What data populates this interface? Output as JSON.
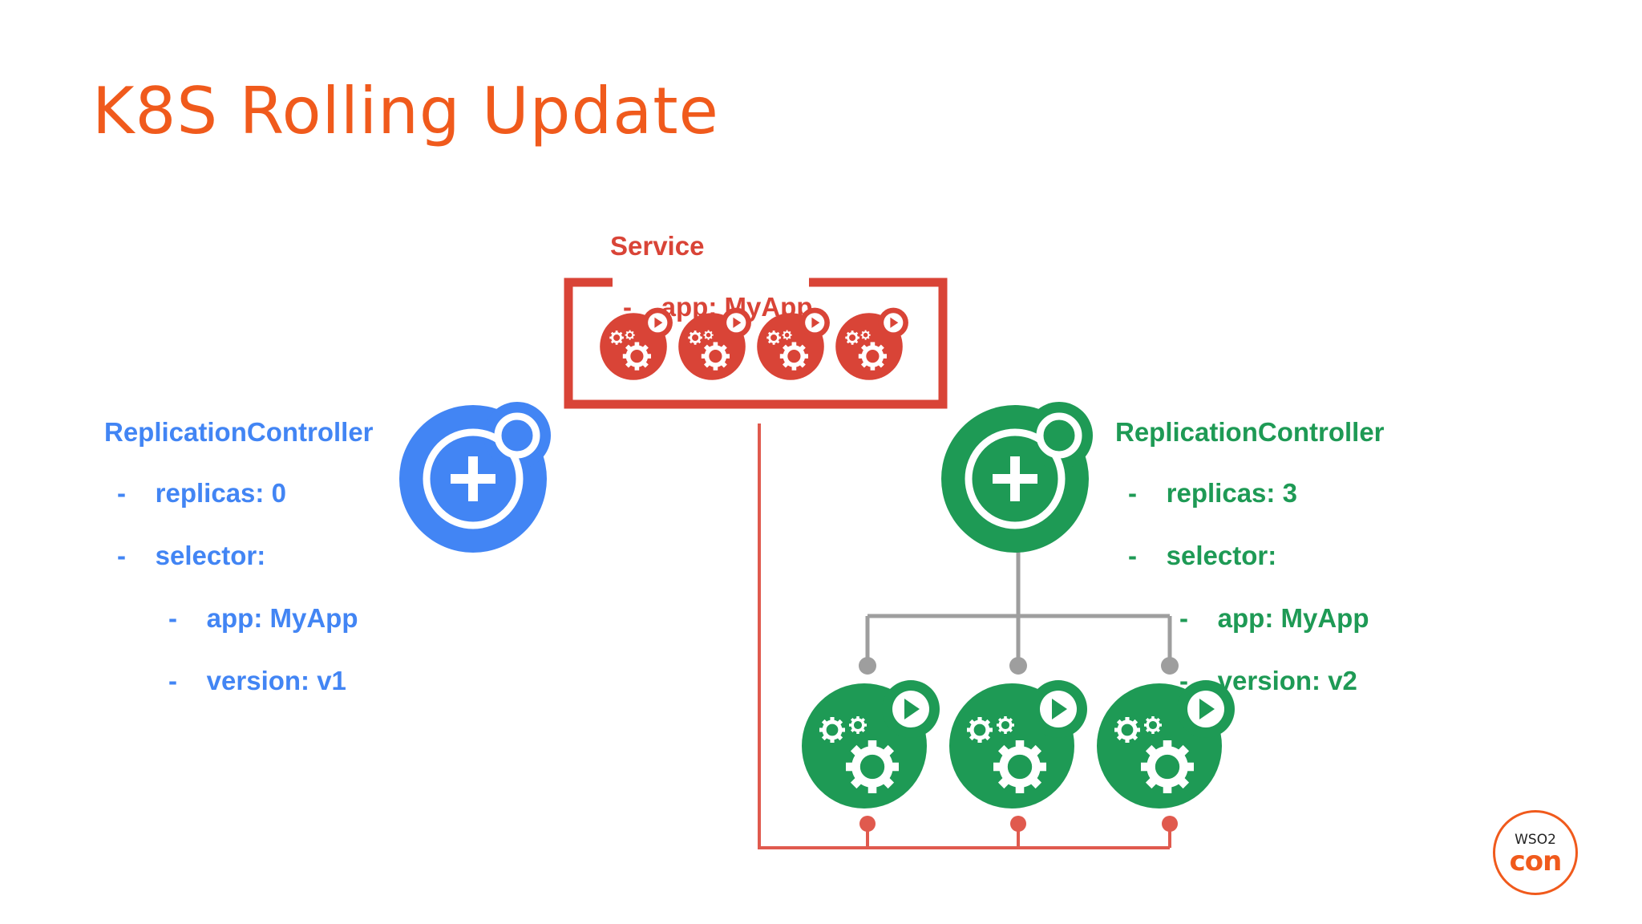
{
  "title": "K8S Rolling Update",
  "service": {
    "heading": "Service",
    "selector_line": "-    app: MyApp"
  },
  "rc_left": {
    "heading": "ReplicationController",
    "lines": [
      "-    replicas: 0",
      "-    selector:",
      "-    app: MyApp",
      "-    version: v1"
    ]
  },
  "rc_right": {
    "heading": "ReplicationController",
    "lines": [
      "-    replicas: 3",
      "-    selector:",
      "-    app: MyApp",
      "-    version: v2"
    ]
  },
  "logo": {
    "line1": "WSO2",
    "line2": "con"
  },
  "colors": {
    "title": "#f05a1c",
    "service_red": "#d94437",
    "blue": "#4285f4",
    "green": "#1e9a55",
    "connector_gray": "#9e9e9e"
  },
  "icons": [
    "replication-controller-plus-icon",
    "pod-gears-play-icon"
  ]
}
